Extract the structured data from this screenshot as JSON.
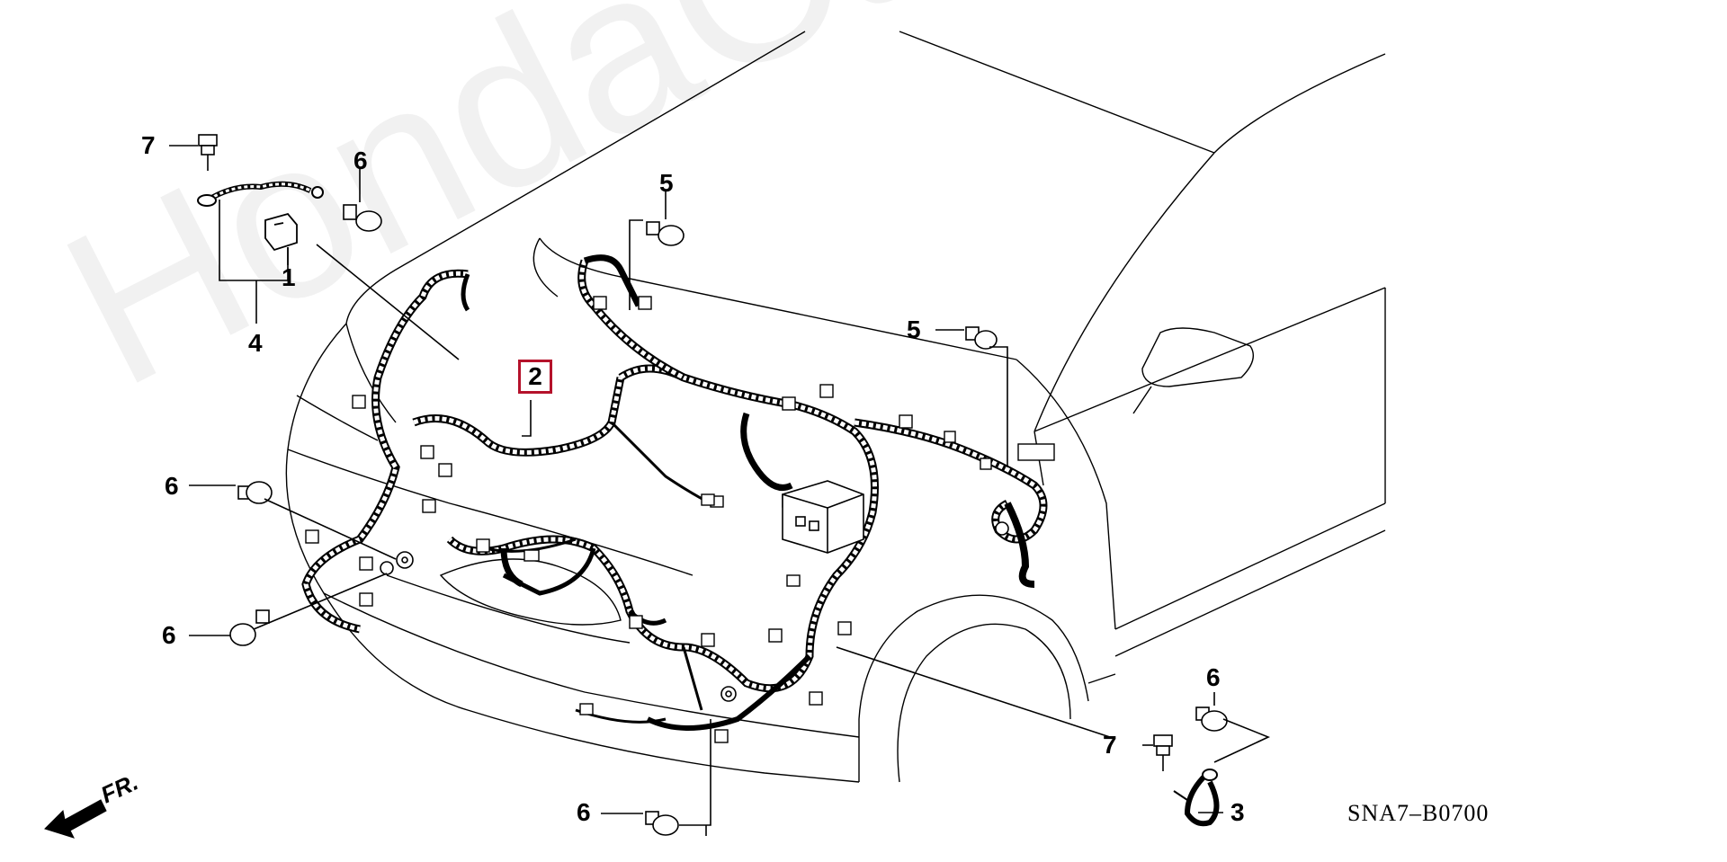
{
  "diagram": {
    "callouts": {
      "c1": "1",
      "c2": "2",
      "c3": "3",
      "c4": "4",
      "c5a": "5",
      "c5b": "5",
      "c6a": "6",
      "c6b": "6",
      "c6c": "6",
      "c6d": "6",
      "c6e": "6",
      "c7a": "7",
      "c7b": "7"
    },
    "direction_label": "FR.",
    "diagram_code": "SNA7–B0700",
    "watermark": "HondaCarMine.ru",
    "colors": {
      "line": "#000000",
      "highlight_box": "#b5122b",
      "watermark": "#c8c8c8"
    }
  }
}
